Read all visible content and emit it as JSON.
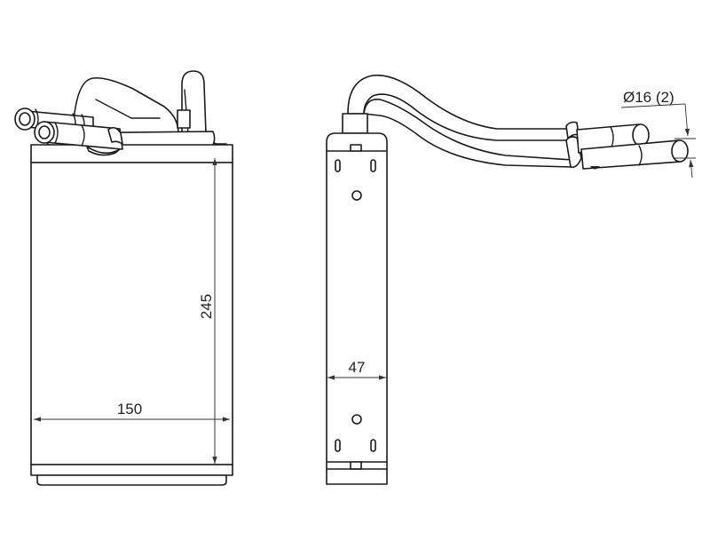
{
  "title": "Heater core technical drawing",
  "dimensions": {
    "height": "245",
    "width": "150",
    "depth": "47",
    "pipe_diameter": "Ø16 (2)"
  },
  "colors": {
    "line": "#1a1a1a",
    "background": "#ffffff"
  }
}
